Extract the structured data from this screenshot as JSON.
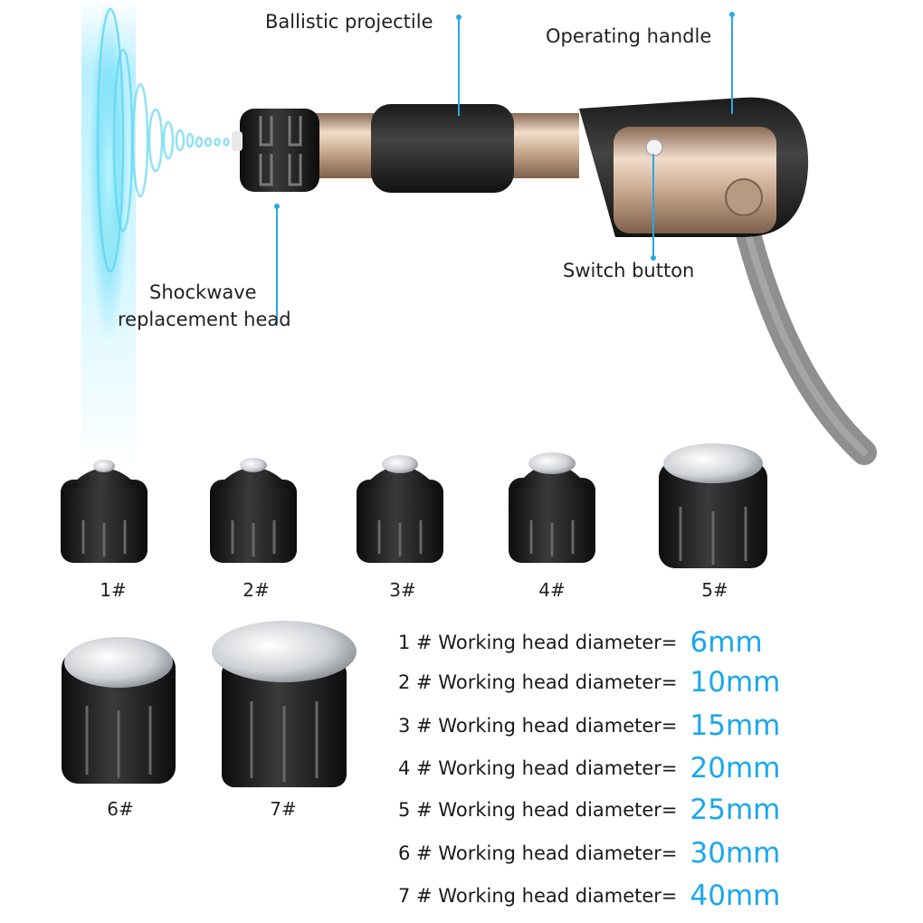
{
  "callouts": {
    "projectile": "Ballistic projectile",
    "handle": "Operating handle",
    "switch": "Switch button",
    "head_line1": "Shockwave",
    "head_line2": "replacement head"
  },
  "caps": [
    {
      "label": "1#"
    },
    {
      "label": "2#"
    },
    {
      "label": "3#"
    },
    {
      "label": "4#"
    },
    {
      "label": "5#"
    },
    {
      "label": "6#"
    },
    {
      "label": "7#"
    }
  ],
  "specs": [
    {
      "label": "1 # Working head diameter=",
      "value": "6mm"
    },
    {
      "label": "2 # Working head diameter=",
      "value": "10mm"
    },
    {
      "label": "3 # Working head diameter=",
      "value": "15mm"
    },
    {
      "label": "4 # Working head diameter=",
      "value": "20mm"
    },
    {
      "label": "5 # Working head diameter=",
      "value": "25mm"
    },
    {
      "label": "6 # Working head diameter=",
      "value": "30mm"
    },
    {
      "label": "7 # Working head diameter=",
      "value": "40mm"
    }
  ],
  "colors": {
    "accent": "#1aa7ef",
    "wave": "#7fe3ff",
    "body": "#c9a98e",
    "rubber": "#2b2b2b"
  }
}
